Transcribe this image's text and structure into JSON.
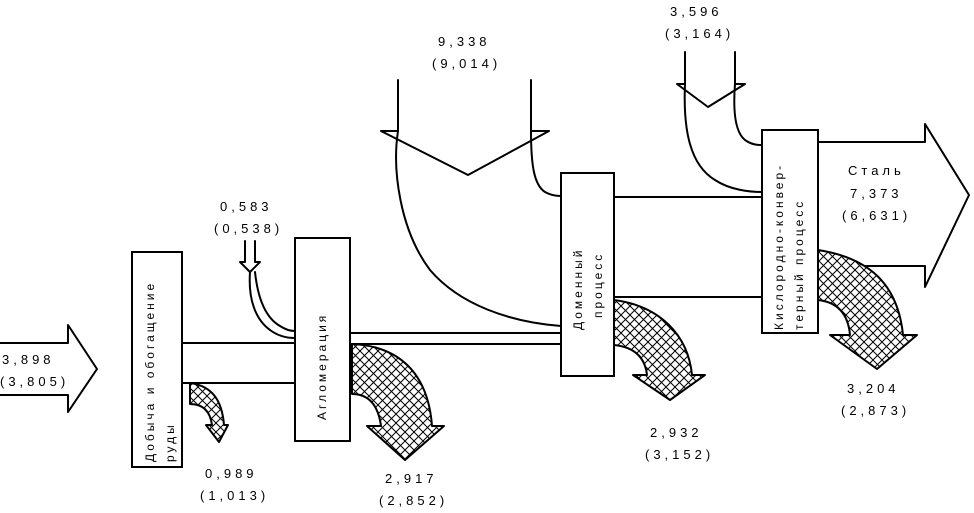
{
  "processes": {
    "mining": {
      "label_line1": "Добыча и обогащение",
      "label_line2": "руды"
    },
    "agglomeration": {
      "label": "Агломерация"
    },
    "blast_furnace": {
      "label_line1": "Доменный",
      "label_line2": "процесс"
    },
    "bof": {
      "label_line1": "Кислородно-конвер-",
      "label_line2": "терный процесс"
    }
  },
  "flows": {
    "ore_input": {
      "value": "3,898",
      "value_alt": "(3,805)"
    },
    "mining_waste": {
      "value": "0,989",
      "value_alt": "(1,013)"
    },
    "agglomeration_input": {
      "value": "0,583",
      "value_alt": "(0,538)"
    },
    "agglomeration_waste": {
      "value": "2,917",
      "value_alt": "(2,852)"
    },
    "blast_furnace_input": {
      "value": "9,338",
      "value_alt": "(9,014)"
    },
    "blast_furnace_waste": {
      "value": "2,932",
      "value_alt": "(3,152)"
    },
    "bof_input": {
      "value": "3,596",
      "value_alt": "(3,164)"
    },
    "bof_waste": {
      "value": "3,204",
      "value_alt": "(2,873)"
    },
    "steel_output": {
      "label": "Сталь",
      "value": "7,373",
      "value_alt": "(6,631)"
    }
  }
}
